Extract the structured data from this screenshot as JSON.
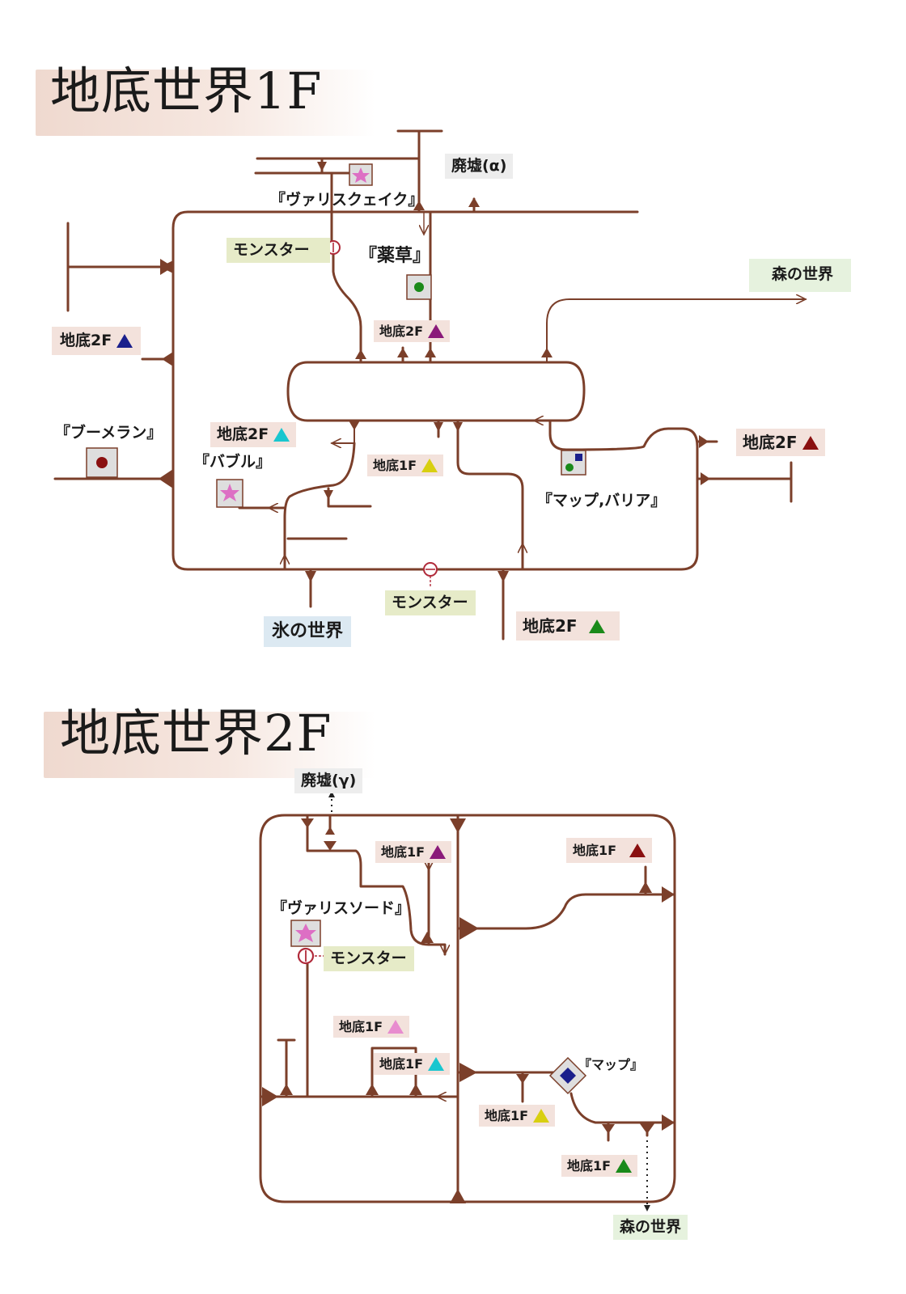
{
  "floor1": {
    "title": "地底世界1F",
    "labels": {
      "ruins": "廃墟(α)",
      "varis_quake": "『ヴァリスクェイク』",
      "monster_top": "モンスター",
      "herb": "『薬草』",
      "forest": "森の世界",
      "b2f_blue": "地底2F",
      "b2f_purple": "地底2F",
      "boomerang": "『ブーメラン』",
      "b2f_cyan": "地底2F",
      "bubble": "『バブル』",
      "b1f_yellow": "地底1F",
      "b2f_red": "地底2F",
      "map_barrier": "『マップ,バリア』",
      "monster_bottom": "モンスター",
      "ice": "氷の世界",
      "b2f_green": "地底2F"
    }
  },
  "floor2": {
    "title": "地底世界2F",
    "labels": {
      "ruins": "廃墟(γ)",
      "b1f_purple": "地底1F",
      "b1f_red": "地底1F",
      "varis_sword": "『ヴァリスソード』",
      "monster": "モンスター",
      "b1f_pink": "地底1F",
      "b1f_cyan": "地底1F",
      "map": "『マップ』",
      "b1f_yellow": "地底1F",
      "b1f_green": "地底1F",
      "forest": "森の世界"
    }
  },
  "colors": {
    "path": "#7b3f2a",
    "navy": "#1a1f8c",
    "purple": "#8a1a7a",
    "cyan": "#19c6cf",
    "yellow": "#d8cf10",
    "red": "#8a1010",
    "green": "#1a8a1a",
    "pink": "#e88ccf",
    "star": "#dd6fc4",
    "marker_ring": "#b02a3a"
  }
}
